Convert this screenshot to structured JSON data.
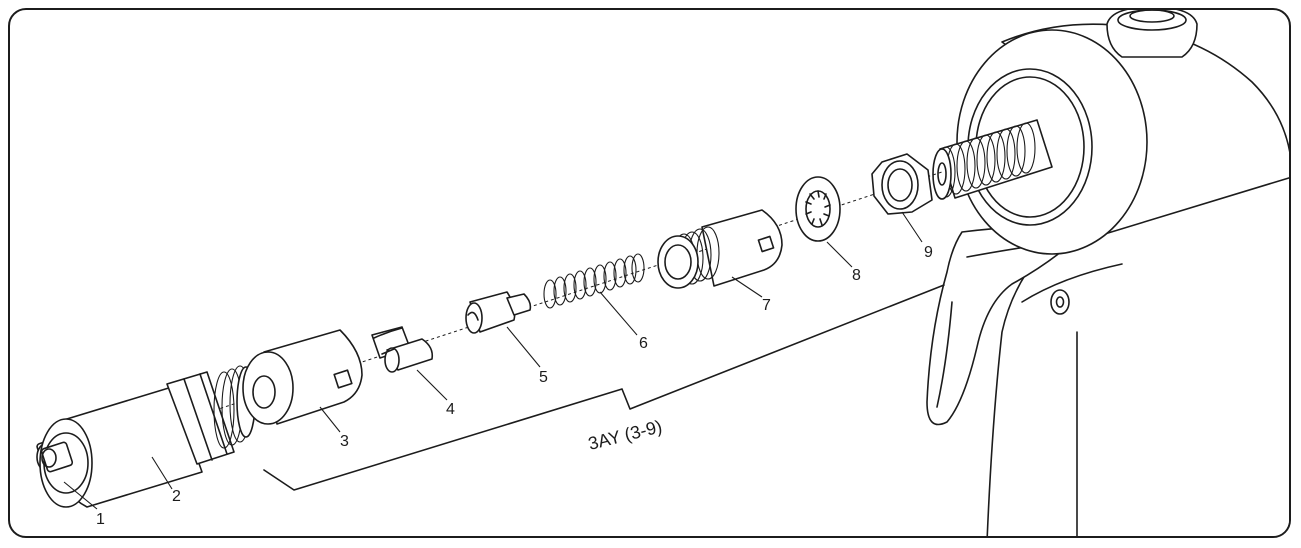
{
  "labels": {
    "p1": "1",
    "p2": "2",
    "p3": "3",
    "p4": "4",
    "p5": "5",
    "p6": "6",
    "p7": "7",
    "p8": "8",
    "p9": "9"
  },
  "kit_label": "3AY (3-9)"
}
